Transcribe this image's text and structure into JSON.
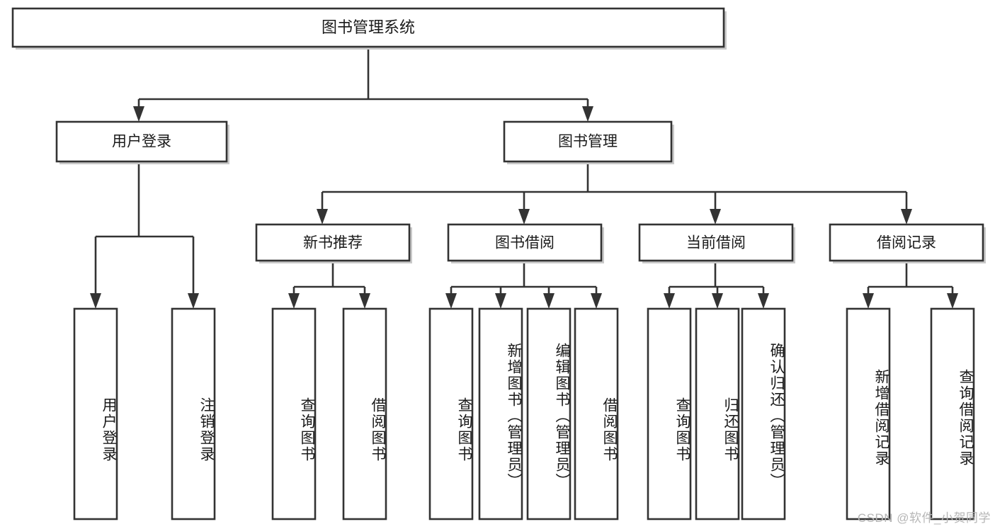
{
  "diagram": {
    "title": "图书管理系统",
    "type": "tree-hierarchy-diagram",
    "colors": {
      "box_stroke": "#333333",
      "box_fill": "#ffffff",
      "shadow": "#c9c9c9",
      "text": "#1a1a1a",
      "watermark": "#b6b6b6",
      "background": "#ffffff"
    },
    "root": {
      "label": "图书管理系统"
    },
    "level2": [
      {
        "label": "用户登录"
      },
      {
        "label": "图书管理"
      }
    ],
    "level3": [
      {
        "label": "新书推荐"
      },
      {
        "label": "图书借阅"
      },
      {
        "label": "当前借阅"
      },
      {
        "label": "借阅记录"
      }
    ],
    "leaves": {
      "user_login": [
        {
          "label": "用户登录"
        },
        {
          "label": "注销登录"
        }
      ],
      "new_book_recommend": [
        {
          "label": "查询图书"
        },
        {
          "label": "借阅图书"
        }
      ],
      "book_borrow": [
        {
          "label": "查询图书"
        },
        {
          "label": "新增图书（管理员）"
        },
        {
          "label": "编辑图书（管理员）"
        },
        {
          "label": "借阅图书"
        }
      ],
      "current_borrow": [
        {
          "label": "查询图书"
        },
        {
          "label": "归还图书"
        },
        {
          "label": "确认归还（管理员）"
        }
      ],
      "borrow_record": [
        {
          "label": "新增借阅记录"
        },
        {
          "label": "查询借阅记录"
        }
      ]
    },
    "watermark": "CSDN @软件_小贺同学"
  }
}
